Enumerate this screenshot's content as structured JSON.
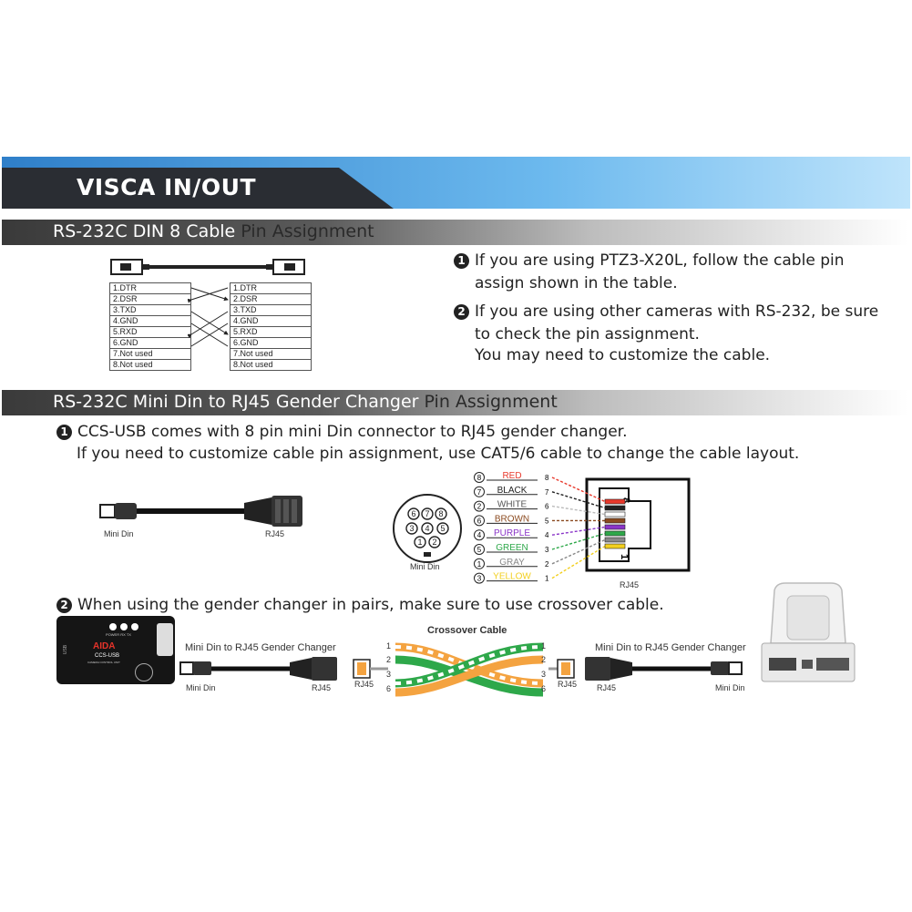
{
  "header": {
    "title": "VISCA IN/OUT"
  },
  "section1": {
    "title_light": "RS-232C DIN 8 Cable",
    "title_dark": "Pin Assignment",
    "bullet1_icon": "1",
    "bullet1_line1": "If you are using PTZ3-X20L, follow the cable pin",
    "bullet1_line2": "assign shown in the table.",
    "bullet2_icon": "2",
    "bullet2_line1": "If you are using other cameras with RS-232, be sure",
    "bullet2_line2": "to check the pin assignment.",
    "bullet2_line3": "You may need to customize the cable.",
    "left_pins": [
      "1.DTR",
      "2.DSR",
      "3.TXD",
      "4.GND",
      "5.RXD",
      "6.GND",
      "7.Not used",
      "8.Not used"
    ],
    "right_pins": [
      "1.DTR",
      "2.DSR",
      "3.TXD",
      "4.GND",
      "5.RXD",
      "6.GND",
      "7.Not used",
      "8.Not used"
    ]
  },
  "section2": {
    "title_light": "RS-232C Mini Din to RJ45 Gender Changer",
    "title_dark": "Pin Assignment",
    "bullet1_icon": "1",
    "bullet1_line1": "CCS-USB comes with 8 pin mini Din connector to RJ45 gender changer.",
    "bullet1_line2": "If you need to customize cable pin assignment, use CAT5/6 cable to change the cable layout.",
    "mini_din_label": "Mini Din",
    "rj45_label": "RJ45",
    "mini_din_label2": "Mini Din",
    "rj45_label2": "RJ45",
    "wires": [
      {
        "circle": "8",
        "color_name": "RED",
        "pin": "8",
        "color": "#e8392c"
      },
      {
        "circle": "7",
        "color_name": "BLACK",
        "pin": "7",
        "color": "#222222"
      },
      {
        "circle": "2",
        "color_name": "WHITE",
        "pin": "6",
        "color": "#bbbbbb"
      },
      {
        "circle": "6",
        "color_name": "BROWN",
        "pin": "5",
        "color": "#8b4a1f"
      },
      {
        "circle": "4",
        "color_name": "PURPLE",
        "pin": "4",
        "color": "#8a35c8"
      },
      {
        "circle": "5",
        "color_name": "GREEN",
        "pin": "3",
        "color": "#2ea84a"
      },
      {
        "circle": "1",
        "color_name": "GRAY",
        "pin": "2",
        "color": "#888888"
      },
      {
        "circle": "3",
        "color_name": "YELLOW",
        "pin": "1",
        "color": "#f2cf1e"
      }
    ],
    "din_pin_numbers": [
      "6",
      "7",
      "8",
      "3",
      "4",
      "5",
      "1",
      "2"
    ],
    "rj45_pin8": "8",
    "rj45_pin1": "1",
    "bullet2_icon": "2",
    "bullet2_text": "When using the gender changer in pairs, make sure to use crossover cable.",
    "crossover_title": "Crossover Cable",
    "gc_left_label": "Mini Din to RJ45 Gender Changer",
    "gc_right_label": "Mini Din to RJ45 Gender Changer",
    "left_mini_din": "Mini Din",
    "left_rj45": "RJ45",
    "left_rj45_plug": "RJ45",
    "right_rj45_plug": "RJ45",
    "right_rj45": "RJ45",
    "right_mini_din": "Mini Din",
    "cross_left_pins": [
      "1",
      "2",
      "3",
      "6"
    ],
    "cross_right_pins": [
      "1",
      "2",
      "3",
      "6"
    ],
    "aida_brand": "AIDA",
    "aida_model": "CCS-USB",
    "aida_sub": "CAMERA CONTROL UNIT",
    "aida_side": "USB",
    "aida_leds": "POWER  RX  TX"
  },
  "colors": {
    "banner_blue": "#4aa3e0",
    "banner_dark": "#2a2d33"
  }
}
